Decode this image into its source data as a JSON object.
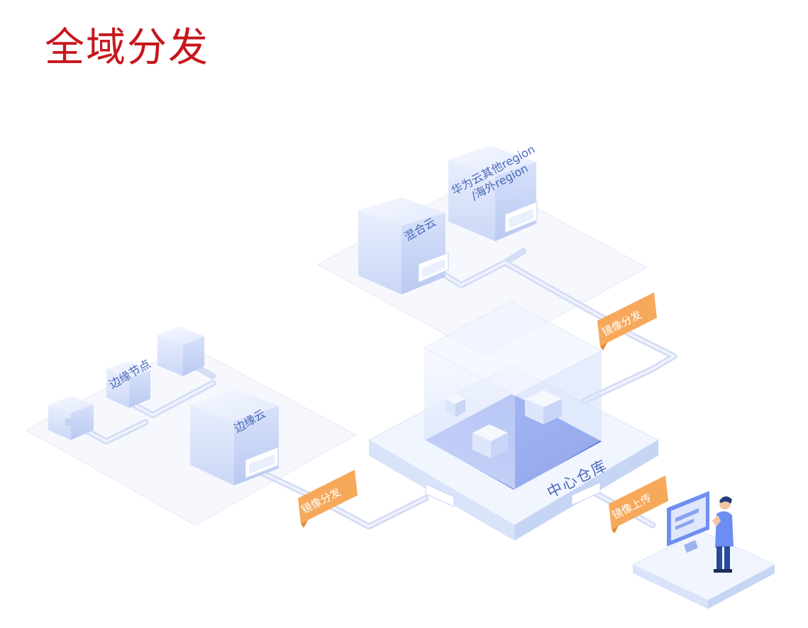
{
  "title": "全域分发",
  "colors": {
    "title": "#c8161d",
    "label_text": "#4a68b8",
    "tag": "#f6a95b",
    "tag_text": "#ffffff",
    "pipe": "#cfdaf3",
    "platform": "#f3f6fd",
    "box": "#dde6fb",
    "core_floor": "#5b7ae8"
  },
  "nodes": {
    "hybrid_cloud": "混合云",
    "huawei_region_line1": "华为云其他region",
    "huawei_region_line2": "/海外region",
    "edge_node": "边缘节点",
    "edge_cloud": "边缘云",
    "central_repo": "中心仓库"
  },
  "tags": {
    "distribute_top": "镜像分发",
    "distribute_bottom": "镜像分发",
    "upload": "镜像上传"
  },
  "icons": [
    "monitor-icon",
    "developer-figure-icon"
  ]
}
